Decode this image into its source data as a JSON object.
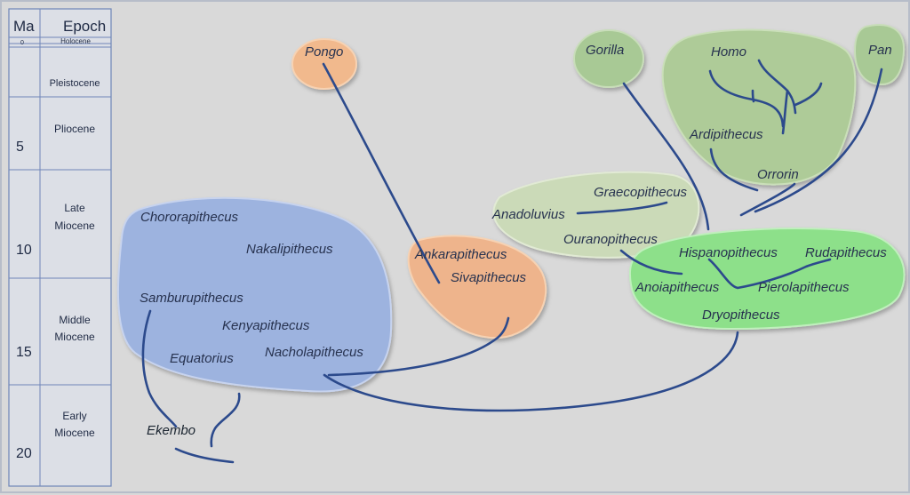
{
  "timescale": {
    "header_ma": "Ma",
    "header_epoch": "Epoch",
    "ma_ticks": [
      "0",
      "5",
      "10",
      "15",
      "20"
    ],
    "epochs": {
      "holocene": "Holocene",
      "pleistocene": "Pleistocene",
      "pliocene": "Pliocene",
      "late_miocene": [
        "Late",
        "Miocene"
      ],
      "middle_miocene": [
        "Middle",
        "Miocene"
      ],
      "early_miocene": [
        "Early",
        "Miocene"
      ]
    }
  },
  "groups": {
    "pongo": {
      "color": "#f1b98d",
      "taxa": {
        "pongo": "Pongo"
      }
    },
    "sivapithecines": {
      "color": "#eeb48c",
      "taxa": {
        "ankarapithecus": "Ankarapithecus",
        "sivapithecus": "Sivapithecus"
      }
    },
    "african_miocene": {
      "color": "#9db3df",
      "taxa": {
        "chororapithecus": "Chororapithecus",
        "nakalipithecus": "Nakalipithecus",
        "samburupithecus": "Samburupithecus",
        "kenyapithecus": "Kenyapithecus",
        "equatorius": "Equatorius",
        "nacholapithecus": "Nacholapithecus"
      }
    },
    "ekembo": {
      "taxa": {
        "ekembo": "Ekembo"
      }
    },
    "eastern_european": {
      "color": "#cbdab8",
      "taxa": {
        "anadoluvius": "Anadoluvius",
        "graecopithecus": "Graecopithecus",
        "ouranopithecus": "Ouranopithecus"
      }
    },
    "dryopithecines": {
      "color": "#8de08a",
      "taxa": {
        "hispanopithecus": "Hispanopithecus",
        "rudapithecus": "Rudapithecus",
        "anoiapithecus": "Anoiapithecus",
        "pierolapithecus": "Pierolapithecus",
        "dryopithecus": "Dryopithecus"
      }
    },
    "gorilla": {
      "color": "#a8c995",
      "taxa": {
        "gorilla": "Gorilla"
      }
    },
    "hominins": {
      "color": "#aecb98",
      "taxa": {
        "homo": "Homo",
        "ardipithecus": "Ardipithecus",
        "orrorin": "Orrorin"
      }
    },
    "pan": {
      "color": "#a8c995",
      "taxa": {
        "pan": "Pan"
      }
    }
  },
  "colors": {
    "branch": "#2c4a8c",
    "table_border": "#6f86b8",
    "table_fill": "#dcdfe6"
  }
}
